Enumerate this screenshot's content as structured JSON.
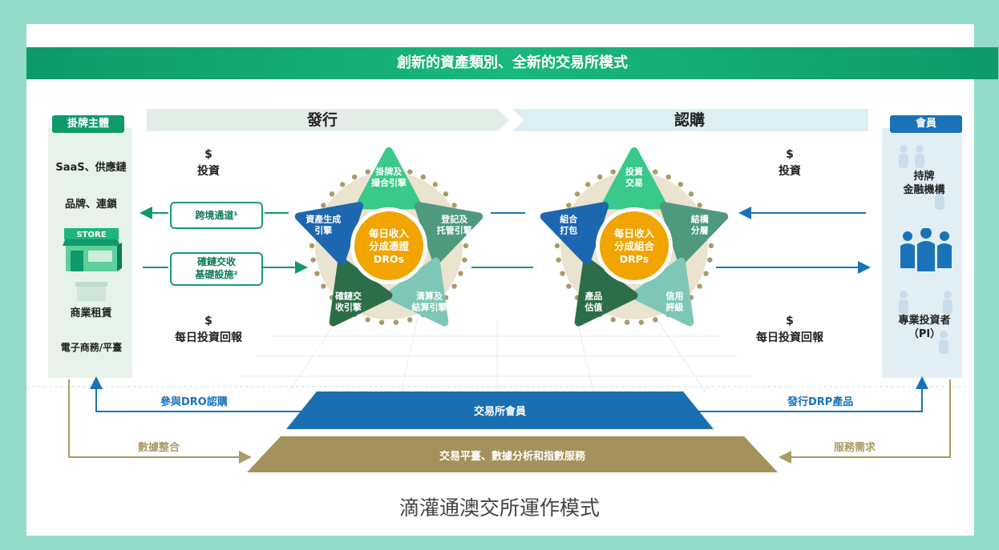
{
  "banner": {
    "title": "創新的資產類別、全新的交易所模式"
  },
  "left_column": {
    "header": "掛牌主體",
    "items": [
      "SaaS、供應鏈",
      "品牌、連鎖",
      "STORE",
      "商業租賃",
      "電子商務/平臺"
    ]
  },
  "right_column": {
    "header": "會員",
    "items": [
      "持牌\n金融機構",
      "專業投資者\n（PI）"
    ]
  },
  "sections": {
    "issue": "發行",
    "subscribe": "認購"
  },
  "left_flows": {
    "invest_symbol": "$",
    "invest_label": "投資",
    "return_symbol": "$",
    "return_label": "每日投資回報",
    "box1": "跨境通道¹",
    "box2_line1": "確鏈交收",
    "box2_line2": "基礎設施²"
  },
  "right_flows": {
    "invest_symbol": "$",
    "invest_label": "投資",
    "return_symbol": "$",
    "return_label": "每日投資回報"
  },
  "dro_star": {
    "center": [
      "每日收入",
      "分成憑證",
      "DROs"
    ],
    "petals": [
      {
        "lines": [
          "掛牌及",
          "撮合引擎"
        ]
      },
      {
        "lines": [
          "登記及",
          "托管引擎"
        ]
      },
      {
        "lines": [
          "清算及",
          "結算引擎"
        ]
      },
      {
        "lines": [
          "確鏈交",
          "收引擎"
        ]
      },
      {
        "lines": [
          "資產生成",
          "引擎"
        ]
      }
    ]
  },
  "drp_star": {
    "center": [
      "每日收入",
      "分成組合",
      "DRPs"
    ],
    "petals": [
      {
        "lines": [
          "投資",
          "交易"
        ]
      },
      {
        "lines": [
          "結構",
          "分層"
        ]
      },
      {
        "lines": [
          "信用",
          "評級"
        ]
      },
      {
        "lines": [
          "產品",
          "估值"
        ]
      },
      {
        "lines": [
          "組合",
          "打包"
        ]
      }
    ]
  },
  "bottom": {
    "member_band": "交易所會員",
    "platform_band": "交易平臺、數據分析和指數服務",
    "left_blue": "參與DRO認購",
    "right_blue": "發行DRP產品",
    "left_gold": "數據整合",
    "right_gold": "服務需求"
  },
  "caption": "滴灌通澳交所運作模式",
  "colors": {
    "green_dark": "#0e9a6a",
    "blue": "#1a73b8",
    "gold": "#a99b66",
    "orange": "#f2a400",
    "petal_blue": "#1d67b0",
    "petal_green": "#39c98a",
    "petal_teal": "#4f9a7f",
    "petal_lightteal": "#7ec7b6",
    "petal_darkgreen": "#2c6e49",
    "petal_slate": "#5b7f6c"
  }
}
